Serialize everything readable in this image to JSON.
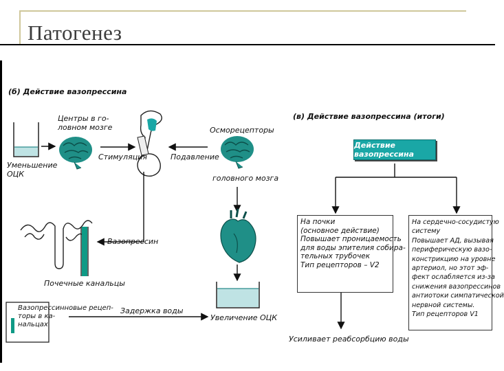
{
  "slide": {
    "title": "Патогенез"
  },
  "panel_b": {
    "heading": "(б) Действие вазопрессина",
    "reduced_label": "Уменьшение\nОЦК",
    "centers_label": "Центры в го-\nловном мозге",
    "stimulation_label": "Стимуляция",
    "suppression_label": "Подавление",
    "osmoreceptors_top": "Осморецепторы",
    "osmoreceptors_bottom": "головного мозга",
    "vasopressin_label": "Вазопрессин",
    "tubules_label": "Почечные канальцы",
    "water_retention_label": "Задержка воды",
    "increase_label": "Увеличение ОЦК",
    "legend_text": "Вазопрессинновые рецеп-\nторы в ка-\nнальцах"
  },
  "panel_v": {
    "heading": "(в) Действие вазопрессина (итоги)",
    "center_box": "Действие вазопрессина",
    "kidney_box": "На почки\n(основное действие)\nПовышает проницаемость\nдля воды эпителия собира-\nтельных трубочек\nТип рецепторов – V2",
    "cardio_box": "На сердечно-сосудистую\nсистему\nПовышает АД, вызывая\nпериферическую вазо-\nконстрикцию на уровне\nартериол, но этот эф-\nфект ослабляется из-за\nснижения вазопрессинов\nантиотоки симпатической\nнервной системы.\nТип рецепторов V1",
    "reabsorption_label": "Усиливает реабсорбцию воды"
  },
  "colors": {
    "accent": "#1aa7a6",
    "brain": "#1f8f87",
    "frame": "#cfc79a"
  }
}
